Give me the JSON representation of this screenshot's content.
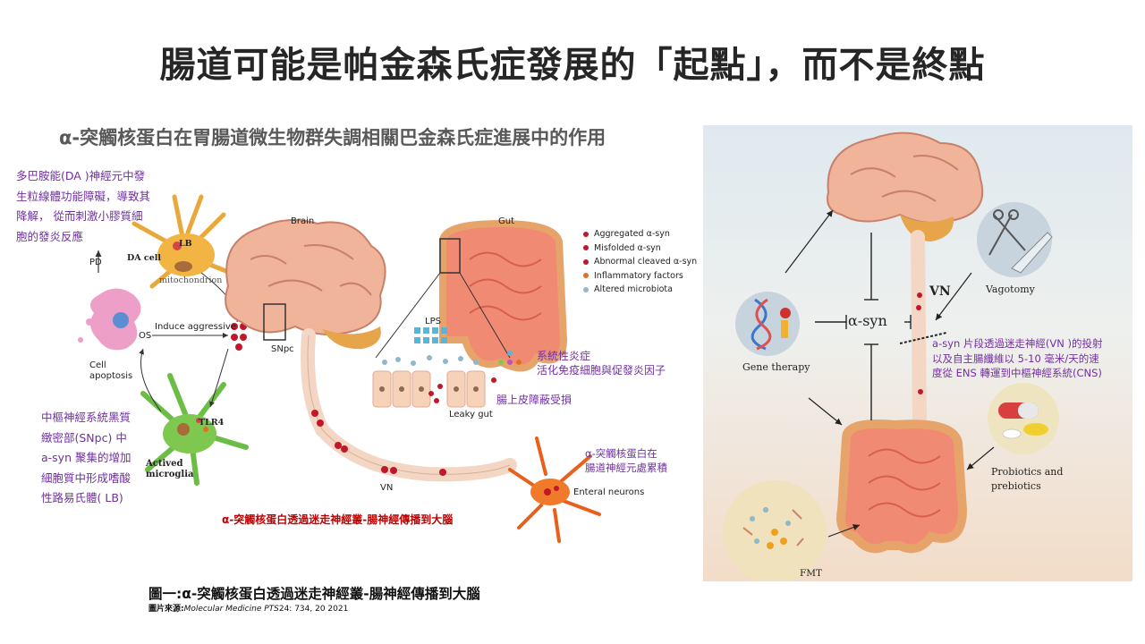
{
  "title": "腸道可能是帕金森氏症發展的「起點」，而不是終點",
  "subtitle": "α-突觸核蛋白在胃腸道微生物群失調相關巴金森氏症進展中的作用",
  "annotations": {
    "da_dysfunction": [
      "多巴胺能(DA  )神經元中發",
      "生粒線體功能障礙，導致其",
      "降解，  從而刺激小膠質細",
      "胞的發炎反應"
    ],
    "snpc_aggregation": [
      "中樞神經系統黑質",
      "緻密部(SNpc)  中",
      "a-syn 聚集的增加",
      "細胞質中形成嗜酸",
      "性路易氏體( LB)"
    ],
    "systemic_inflammation": [
      "系統性炎症",
      "活化免疫細胞與促發炎因子"
    ],
    "epithelial_damage": "腸上皮障蔽受損",
    "enteric_accumulation": [
      "α-突觸核蛋白在",
      "腸道神經元處累積"
    ],
    "vagus_spread": "α-突觸核蛋白透過迷走神經叢-腸神經傳播到大腦",
    "right_vn_note": [
      "a-syn 片段透過迷走神經(VN  )的投射",
      "以及自主腸纖維以  5-10 毫米/天的速",
      "度從 ENS 轉運到中樞神經系統(CNS)"
    ]
  },
  "diagram_left": {
    "brain": "Brain",
    "gut": "Gut",
    "pd": "PD",
    "da_cell": "DA cell",
    "lb": "LB",
    "mitochondrion": "mitochondrion",
    "os": "OS",
    "induce": "Induce aggressive",
    "cell_apoptosis": [
      "Cell",
      "apoptosis"
    ],
    "tlr4": "TLR4",
    "activated_microglia": [
      "Actived",
      "microglia"
    ],
    "snpc": "SNpc",
    "lps": "LPS",
    "leaky_gut": "Leaky gut",
    "vn": "VN",
    "enteral_neurons": "Enteral neurons"
  },
  "legend": [
    {
      "label": "Aggregated α-syn",
      "color": "#c0182a"
    },
    {
      "label": "Misfolded α-syn",
      "color": "#c0182a"
    },
    {
      "label": "Abnormal cleaved α-syn",
      "color": "#c0182a"
    },
    {
      "label": "Inflammatory factors",
      "color": "#e07020"
    },
    {
      "label": "Altered microbiota",
      "color": "#8fb8c8"
    }
  ],
  "diagram_right": {
    "vn": "VN",
    "vagotomy": "Vagotomy",
    "gene_therapy": "Gene therapy",
    "asyn": "α-syn",
    "probiotics": [
      "Probiotics and",
      "prebiotics"
    ],
    "fmt": "FMT"
  },
  "caption": "圖一:α-突觸核蛋白透過迷走神經叢-腸神經傳播到大腦",
  "source_prefix": "圖片來源:",
  "source_journal": "Molecular Medicine PTS",
  "source_rest": "24: 734, 20 2021"
}
